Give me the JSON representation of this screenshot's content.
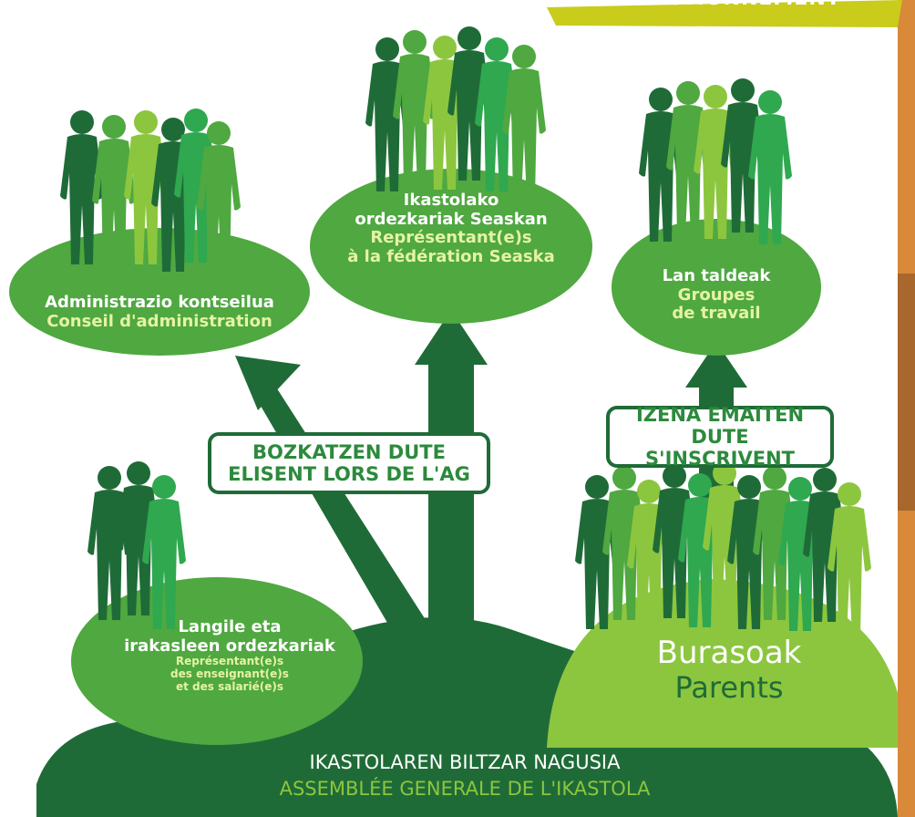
{
  "banner": {
    "text": "FUNCTIONNEMENT"
  },
  "nodes": {
    "board": {
      "eu": "Administrazio kontseilua",
      "fr": "Conseil d'administration"
    },
    "seaska": {
      "eu1": "Ikastolako",
      "eu2": "ordezkariak Seaskan",
      "fr1": "Représentant(e)s",
      "fr2": "à la fédération Seaska"
    },
    "groups": {
      "eu": "Lan taldeak",
      "fr1": "Groupes",
      "fr2": "de travail"
    },
    "staff": {
      "eu1": "Langile eta",
      "eu2": "irakasleen ordezkariak",
      "fr1": "Représentant(e)s",
      "fr2": "des enseignant(e)s",
      "fr3": "et des salarié(e)s"
    },
    "parents": {
      "eu": "Burasoak",
      "fr": "Parents"
    },
    "assembly": {
      "eu": "IKASTOLAREN BILTZAR NAGUSIA",
      "fr": "ASSEMBLÉE GENERALE DE L'IKASTOLA"
    }
  },
  "labels": {
    "vote": {
      "eu": "BOZKATZEN DUTE",
      "fr": "ELISENT LORS DE L'AG"
    },
    "register": {
      "eu": "IZENA EMAITEN DUTE",
      "fr": "S'INSCRIVENT"
    }
  },
  "colors": {
    "dark_green": "#1f6b37",
    "mid_green": "#4fa840",
    "light_green": "#8cc63f",
    "bright_green": "#2fa84f",
    "banner_yellow": "#c9cc1a",
    "orange_photo": "#d8893a"
  }
}
